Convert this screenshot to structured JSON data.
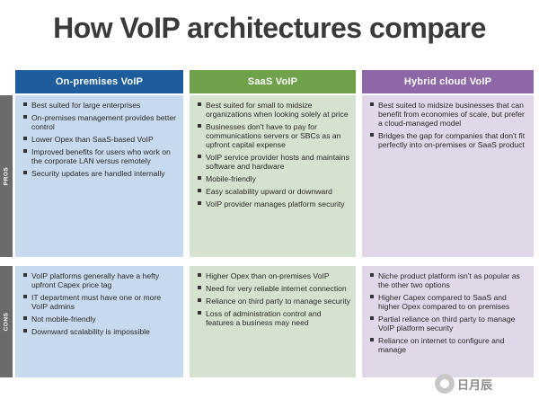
{
  "title": "How VoIP architectures compare",
  "columns": [
    {
      "label": "On-premises VoIP",
      "color": "#1d5d9c"
    },
    {
      "label": "SaaS VoIP",
      "color": "#6fa14b"
    },
    {
      "label": "Hybrid cloud VoIP",
      "color": "#8e68a6"
    }
  ],
  "rows": {
    "pros": {
      "label": "PROS"
    },
    "cons": {
      "label": "CONS"
    }
  },
  "pros": {
    "onprem": [
      "Best suited for large enterprises",
      "On-premises management provides better control",
      "Lower Opex than SaaS-based VoIP",
      "Improved benefits for users who work on the corporate LAN versus remotely",
      "Security updates are handled internally"
    ],
    "saas": [
      "Best suited for small to midsize organizations when looking solely at price",
      "Businesses don't have to pay for communications servers or SBCs as an upfront capital expense",
      "VoIP service provider hosts and maintains software and hardware",
      "Mobile-friendly",
      "Easy scalability upward or downward",
      "VoIP provider manages platform security"
    ],
    "hybrid": [
      "Best suited to midsize businesses that can benefit from economies of scale, but prefer a cloud-managed model",
      "Bridges the gap for companies that don't fit perfectly into on-premises or SaaS product"
    ]
  },
  "cons": {
    "onprem": [
      "VoIP platforms generally have a hefty upfront Capex price tag",
      "IT department must have one or more VoIP admins",
      "Not mobile-friendly",
      "Downward scalability is impossible"
    ],
    "saas": [
      "Higher Opex than on-premises VoIP",
      "Need for very reliable internet connection",
      "Reliance on third party to manage security",
      "Loss of administration control and features a business may need"
    ],
    "hybrid": [
      "Niche product platform isn't as popular as the other two options",
      "Higher Capex compared to SaaS and higher Opex compared to on premises",
      "Partial reliance on third party to manage VoIP platform security",
      "Reliance on internet to configure and manage"
    ]
  },
  "watermark": {
    "text": "日月辰"
  }
}
